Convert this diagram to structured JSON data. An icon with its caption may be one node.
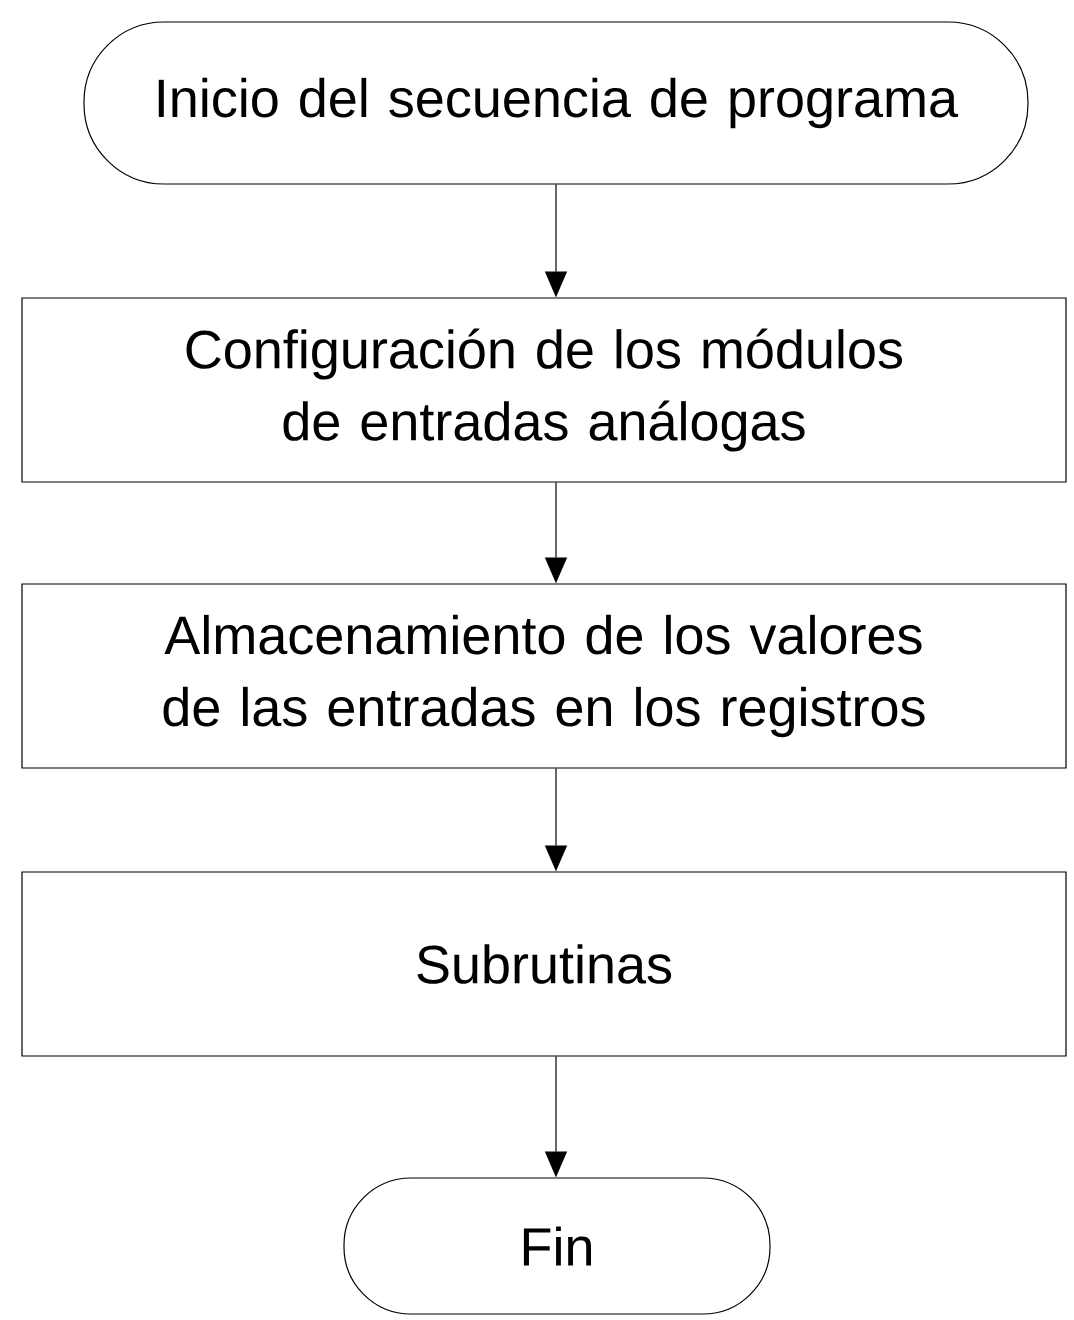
{
  "diagram": {
    "nodes": [
      {
        "text": [
          "Inicio del secuencia de programa"
        ]
      },
      {
        "text": [
          "Configuración de los módulos de entradas análogas"
        ]
      },
      {
        "text": [
          "Almacenamiento de los valores de las entradas en los registros"
        ]
      },
      {
        "text": [
          "Subrutinas"
        ]
      },
      {
        "text": [
          "Fin"
        ]
      }
    ],
    "edges": [
      {
        "from": 0,
        "to": 1,
        "arrow": "to"
      },
      {
        "from": 1,
        "to": 2,
        "arrow": "to"
      },
      {
        "from": 2,
        "to": 3,
        "arrow": "to"
      },
      {
        "from": 3,
        "to": 4,
        "arrow": "to"
      }
    ]
  }
}
